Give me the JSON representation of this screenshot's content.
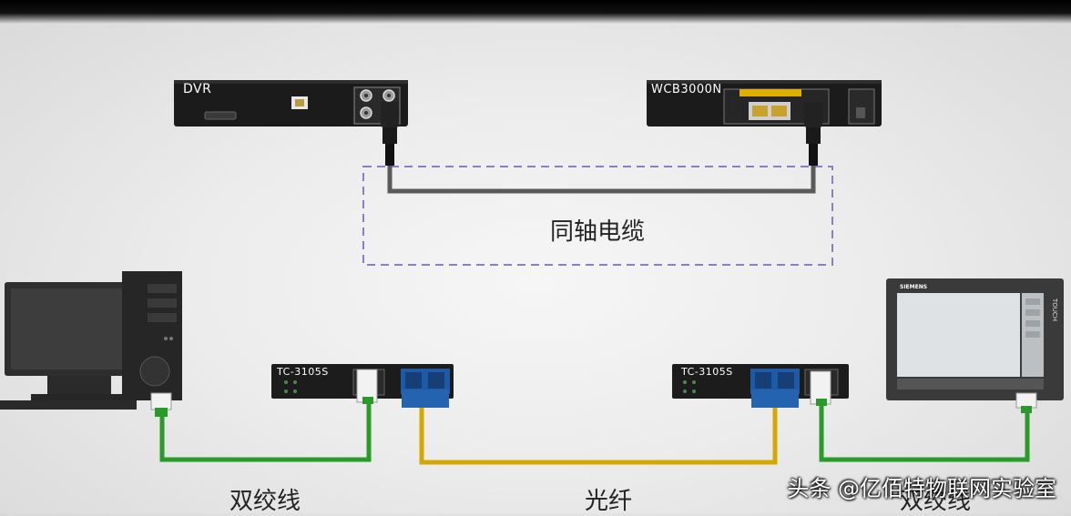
{
  "devices": {
    "dvr": "DVR",
    "wcb": "WCB3000N",
    "converter_left": "TC-3105S",
    "converter_right": "TC-3105S",
    "hmi_brand": "SIEMENS",
    "hmi_side_text": "TOUCH"
  },
  "captions": {
    "coax": "同轴电缆",
    "twisted_pair_left": "双绞线",
    "fiber": "光纤",
    "twisted_pair_right": "双绞线"
  },
  "watermark": "头条 @亿佰特物联网实验室",
  "colors": {
    "coax_cable": "#5a5a5a",
    "fiber_cable": "#d4a800",
    "twisted_pair_cable": "#2a9a2a",
    "dashed_box": "#8a7fc6",
    "fiber_port": "#1e5aa8"
  }
}
